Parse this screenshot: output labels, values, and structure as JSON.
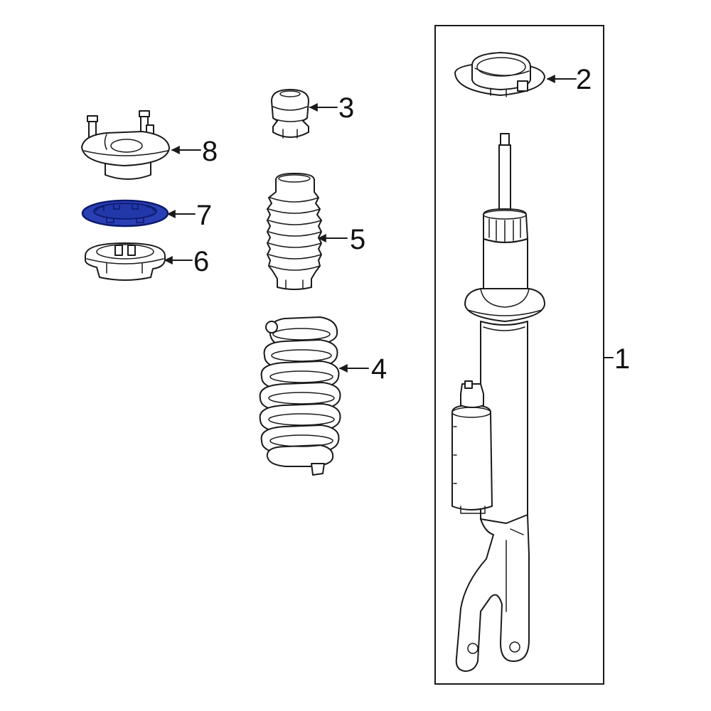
{
  "callouts": [
    {
      "id": "1",
      "label": "1"
    },
    {
      "id": "2",
      "label": "2"
    },
    {
      "id": "3",
      "label": "3"
    },
    {
      "id": "4",
      "label": "4"
    },
    {
      "id": "5",
      "label": "5"
    },
    {
      "id": "6",
      "label": "6"
    },
    {
      "id": "7",
      "label": "7"
    },
    {
      "id": "8",
      "label": "8"
    }
  ],
  "colors": {
    "line": "#1a1a1a",
    "highlight_fill": "#2b3fb5",
    "highlight_stroke": "#0c1a6e",
    "background": "#ffffff"
  },
  "highlighted_part": "7"
}
